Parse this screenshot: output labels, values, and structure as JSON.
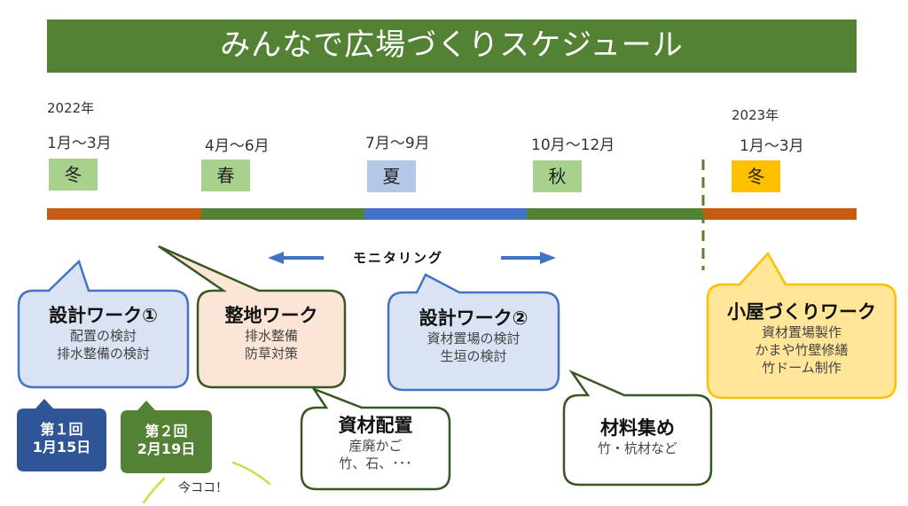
{
  "title": "みんなで広場づくりスケジュール",
  "colors": {
    "title_bg": "#548235",
    "winter": "#C55A11",
    "spring": "#548235",
    "summer": "#4472C4",
    "autumn": "#548235",
    "season_green": "#A9D18E",
    "season_blue": "#B4C7E7",
    "season_yellow": "#FFC000",
    "bubble_blue_fill": "#DAE3F3",
    "bubble_blue_stroke": "#4472C4",
    "bubble_peach_fill": "#FBE5D6",
    "bubble_green_stroke": "#385723",
    "bubble_yellow_fill": "#FFE699",
    "bubble_yellow_stroke": "#FFC000",
    "meeting1": "#2F5597",
    "meeting2": "#548235"
  },
  "timeline": {
    "year_start": "2022年",
    "year_end": "2023年",
    "periods": [
      {
        "label": "1月～3月",
        "season": "冬"
      },
      {
        "label": "4月～6月",
        "season": "春"
      },
      {
        "label": "7月～9月",
        "season": "夏"
      },
      {
        "label": "10月～12月",
        "season": "秋"
      },
      {
        "label": "1月～3月",
        "season": "冬"
      }
    ]
  },
  "monitoring": {
    "label": "モニタリング",
    "left_arrow": "arrow-left",
    "right_arrow": "arrow-right"
  },
  "bubbles": [
    {
      "title": "設計ワーク①",
      "lines": [
        "配置の検討",
        "排水整備の検討"
      ]
    },
    {
      "title": "整地ワーク",
      "lines": [
        "排水整備",
        "防草対策"
      ]
    },
    {
      "title": "設計ワーク②",
      "lines": [
        "資材置場の検討",
        "生垣の検討"
      ]
    },
    {
      "title": "小屋づくりワーク",
      "lines": [
        "資材置場製作",
        "かまや竹壁修繕",
        "竹ドーム制作"
      ]
    },
    {
      "title": "資材配置",
      "lines": [
        "産廃かご",
        "竹、石、･･･"
      ]
    },
    {
      "title": "材料集め",
      "lines": [
        "竹・杭材など"
      ]
    }
  ],
  "meetings": [
    {
      "number": "第１回",
      "date": "1月15日"
    },
    {
      "number": "第２回",
      "date": "2月19日"
    }
  ],
  "now_marker": "今ココ！"
}
